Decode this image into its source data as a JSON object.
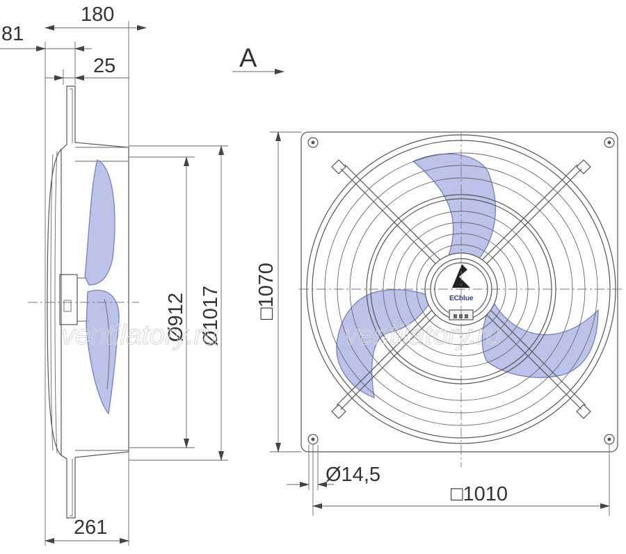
{
  "side_view": {
    "dim_81": "81",
    "dim_180": "180",
    "dim_25": "25",
    "dim_261": "261",
    "dim_dia912": "Ø912",
    "dim_dia1017": "Ø1017"
  },
  "front_view": {
    "view_label": "A",
    "dim_height": "□1070",
    "dim_width": "□1010",
    "dim_hole": "Ø14,5",
    "logo_text": "ECblue"
  },
  "watermarks": [
    "ventilatory.ru",
    "ventilatory.ru"
  ],
  "colors": {
    "blade_fill": "#aab4e3",
    "blade_stroke": "#6c7ac4",
    "line": "#555555"
  }
}
